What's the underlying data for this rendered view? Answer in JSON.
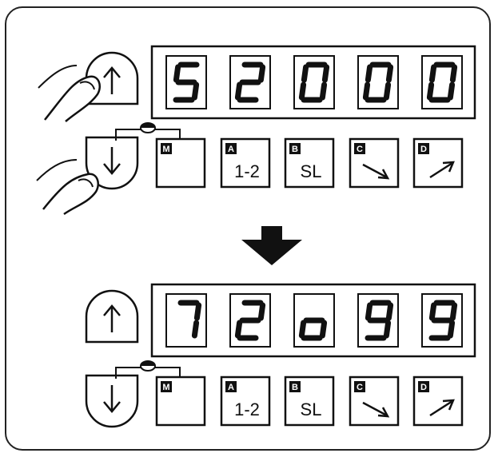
{
  "top_panel": {
    "display": [
      "5",
      "2",
      "0",
      "0",
      "0"
    ],
    "buttons": [
      {
        "letter": "M",
        "text": "",
        "symbol": ""
      },
      {
        "letter": "A",
        "text": "1-2",
        "symbol": ""
      },
      {
        "letter": "B",
        "text": "SL",
        "symbol": ""
      },
      {
        "letter": "C",
        "text": "",
        "symbol": "arrow-down-right"
      },
      {
        "letter": "D",
        "text": "",
        "symbol": "arrow-up-right"
      }
    ]
  },
  "bottom_panel": {
    "display": [
      "7",
      "2",
      "o",
      "9",
      "9"
    ],
    "buttons": [
      {
        "letter": "M",
        "text": "",
        "symbol": ""
      },
      {
        "letter": "A",
        "text": "1-2",
        "symbol": ""
      },
      {
        "letter": "B",
        "text": "SL",
        "symbol": ""
      },
      {
        "letter": "C",
        "text": "",
        "symbol": "arrow-down-right"
      },
      {
        "letter": "D",
        "text": "",
        "symbol": "arrow-up-right"
      }
    ]
  },
  "transition_arrow": "down-arrow-icon",
  "colors": {
    "ink": "#111111",
    "background": "#ffffff"
  }
}
